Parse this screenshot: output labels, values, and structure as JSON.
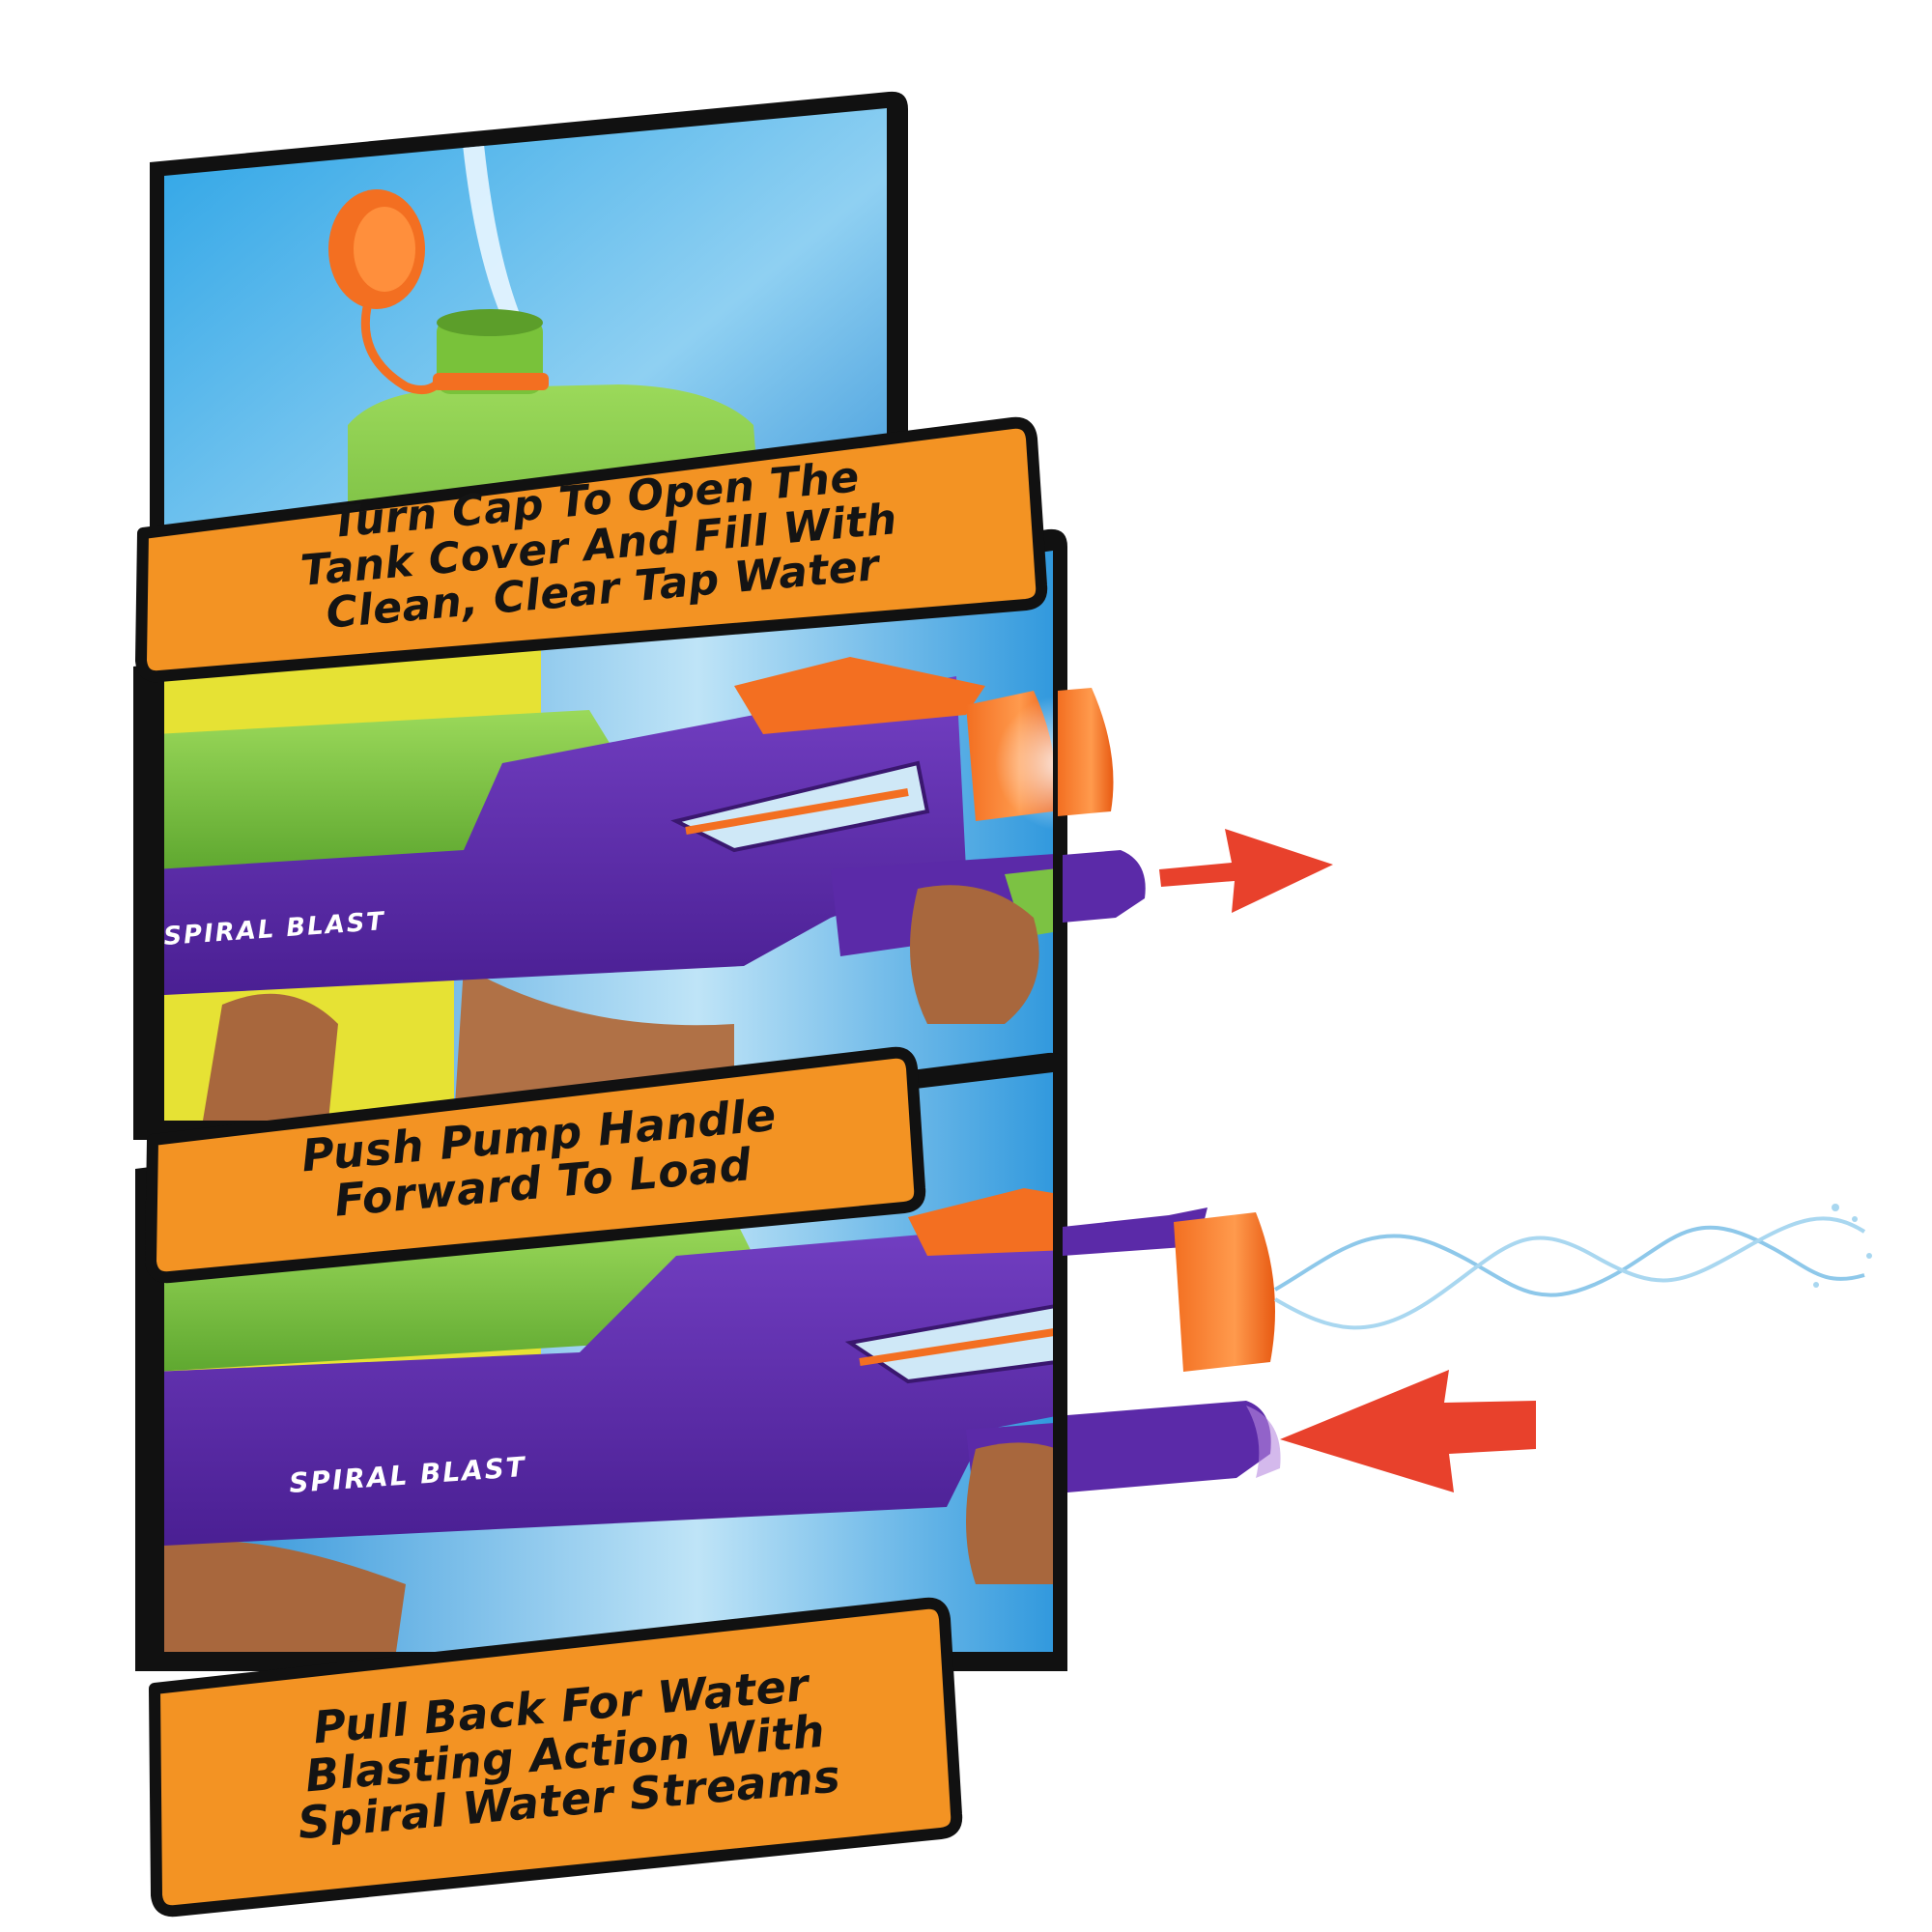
{
  "steps": [
    {
      "lines": [
        "Turn Cap To Open The",
        "Tank Cover And Fill With",
        "Clean, Clear Tap Water"
      ]
    },
    {
      "lines": [
        "Push Pump Handle",
        "Forward To Load"
      ]
    },
    {
      "lines": [
        "Pull Back For Water",
        "Blasting Action With",
        "Spiral Water Streams"
      ]
    }
  ],
  "product": {
    "brand_text": "SPIRAL BLAST"
  },
  "icons": {
    "push_arrow": "arrow-right-icon",
    "pull_arrow": "arrow-left-icon"
  },
  "colors": {
    "caption_bg": "#f39323",
    "panel_border": "#111111",
    "sky_blue": "#1e8fd8",
    "blaster_purple": "#5b2aa8",
    "blaster_green": "#7cc243",
    "blaster_orange": "#f36f21",
    "arrow_red": "#e8412c",
    "shirt_yellow": "#e6e234"
  }
}
